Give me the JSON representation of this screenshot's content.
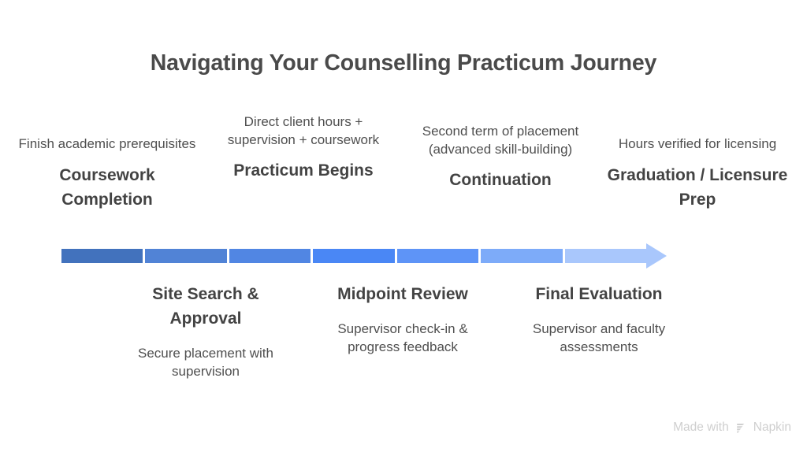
{
  "title": "Navigating Your Counselling Practicum Journey",
  "timeline": {
    "segment_colors": [
      "#4272bd",
      "#5183d6",
      "#5186e3",
      "#4a87f5",
      "#5e94f7",
      "#7dabf9",
      "#a9c7fc"
    ],
    "arrow_color": "#a9c7fc",
    "direction": "left-to-right"
  },
  "stages_above": [
    {
      "description": "Finish academic prerequisites",
      "name": "Coursework Completion"
    },
    {
      "description": "Direct client hours + supervision + coursework",
      "name": "Practicum Begins"
    },
    {
      "description": "Second term of placement (advanced skill-building)",
      "name": "Continuation"
    },
    {
      "description": "Hours verified for licensing",
      "name": "Graduation / Licensure Prep"
    }
  ],
  "stages_below": [
    {
      "name": "Site Search & Approval",
      "description": "Secure placement with supervision"
    },
    {
      "name": "Midpoint Review",
      "description": "Supervisor check-in & progress feedback"
    },
    {
      "name": "Final Evaluation",
      "description": "Supervisor and faculty assessments"
    }
  ],
  "watermark": {
    "text_before": "Made with",
    "brand": "Napkin",
    "logo_icon": "napkin-logo-icon"
  }
}
